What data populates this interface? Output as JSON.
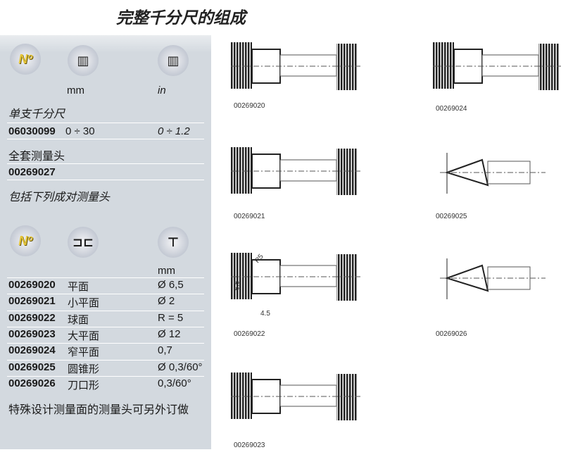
{
  "title": "完整千分尺的组成",
  "panel": {
    "units_mm": "mm",
    "units_in": "in",
    "single_label": "单支千分尺",
    "single_code": "06030099",
    "single_mm": "0 ÷ 30",
    "single_in": "0 ÷ 1.2",
    "set_label": "全套测量头",
    "set_code": "00269027",
    "includes_label": "包括下列成对测量头",
    "icons": [
      "number-icon",
      "anvil-icon",
      "range-icon",
      "contact-face-icon",
      "dimension-icon"
    ],
    "icon_text": "Nº",
    "heads_unit": "mm",
    "heads": [
      {
        "code": "00269020",
        "name": "平面",
        "value": "Ø 6,5"
      },
      {
        "code": "00269021",
        "name": "小平面",
        "value": "Ø 2"
      },
      {
        "code": "00269022",
        "name": "球面",
        "value": "R = 5"
      },
      {
        "code": "00269023",
        "name": "大平面",
        "value": "Ø 12"
      },
      {
        "code": "00269024",
        "name": "窄平面",
        "value": "0,7"
      },
      {
        "code": "00269025",
        "name": "圆锥形",
        "value": "Ø 0,3/60°"
      },
      {
        "code": "00269026",
        "name": "刀口形",
        "value": "0,3/60°"
      }
    ],
    "footnote": "特殊设计测量面的测量头可另外订做"
  },
  "figures": [
    {
      "code": "00269020"
    },
    {
      "code": "00269024"
    },
    {
      "code": "00269021"
    },
    {
      "code": "00269025"
    },
    {
      "code": "00269022",
      "dim1": "6.5",
      "dim2": "4.5",
      "dim3": "R5"
    },
    {
      "code": "00269026"
    },
    {
      "code": "00269023"
    }
  ]
}
